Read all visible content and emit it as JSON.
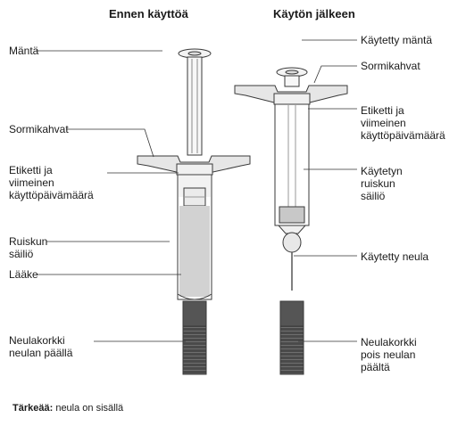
{
  "headers": {
    "before": "Ennen käyttöä",
    "after": "Käytön jälkeen"
  },
  "labels_left": {
    "plunger": "Mäntä",
    "finger_grips": "Sormikahvat",
    "label_expiry": "Etiketti ja\nviimeinen\nkäyttöpäivämäärä",
    "barrel": "Ruiskun\nsäiliö",
    "medicine": "Lääke",
    "needle_cap": "Neulakorkki\nneulan päällä"
  },
  "labels_right": {
    "used_plunger": "Käytetty mäntä",
    "finger_grips": "Sormikahvat",
    "label_expiry": "Etiketti ja\nviimeinen\nkäyttöpäivämäärä",
    "used_barrel": "Käytetyn\nruiskun\nsäiliö",
    "used_needle": "Käytetty neula",
    "needle_cap_off": "Neulakorkki\npois neulan\npäältä"
  },
  "footer": {
    "important": "Tärkeää:",
    "note": " neula on sisällä"
  },
  "colors": {
    "outline": "#3a3a3a",
    "grip_fill": "#e6e6e6",
    "medicine_fill": "#d2d2d2",
    "cap_fill": "#4a4a4a",
    "cap_ridge": "#6f6f6f",
    "leader_line": "#333333"
  }
}
